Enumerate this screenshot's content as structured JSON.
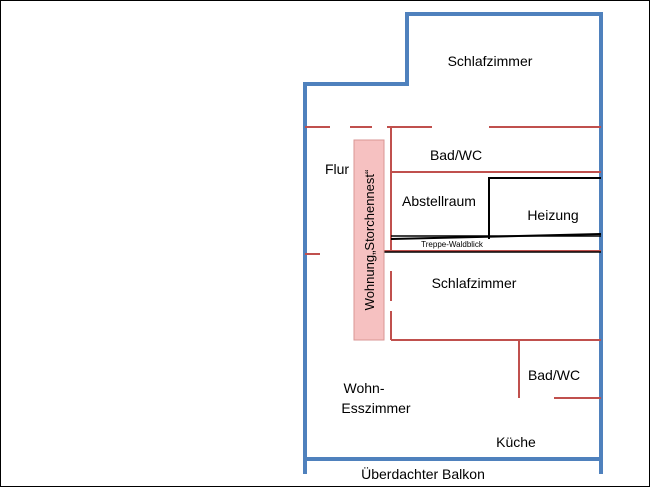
{
  "plan": {
    "rooms": {
      "schlafzimmer_top": "Schlafzimmer",
      "flur": "Flur",
      "bad_wc_top": "Bad/WC",
      "abstellraum": "Abstellraum",
      "heizung": "Heizung",
      "treppe": "Treppe-Waldblick",
      "schlafzimmer_mid": "Schlafzimmer",
      "bad_wc_bottom": "Bad/WC",
      "wohn_line1": "Wohn-",
      "wohn_line2": "Esszimmer",
      "kueche": "Küche",
      "balkon": "Überdachter Balkon"
    },
    "banner": "Wohnung„Storchennest“",
    "colors": {
      "outer_wall": "#4f81bd",
      "inner_wall": "#c0504d",
      "banner_fill": "#f6c1c1",
      "banner_border": "#d99694",
      "heizung_border": "#000000",
      "frame_border": "#000000"
    }
  }
}
